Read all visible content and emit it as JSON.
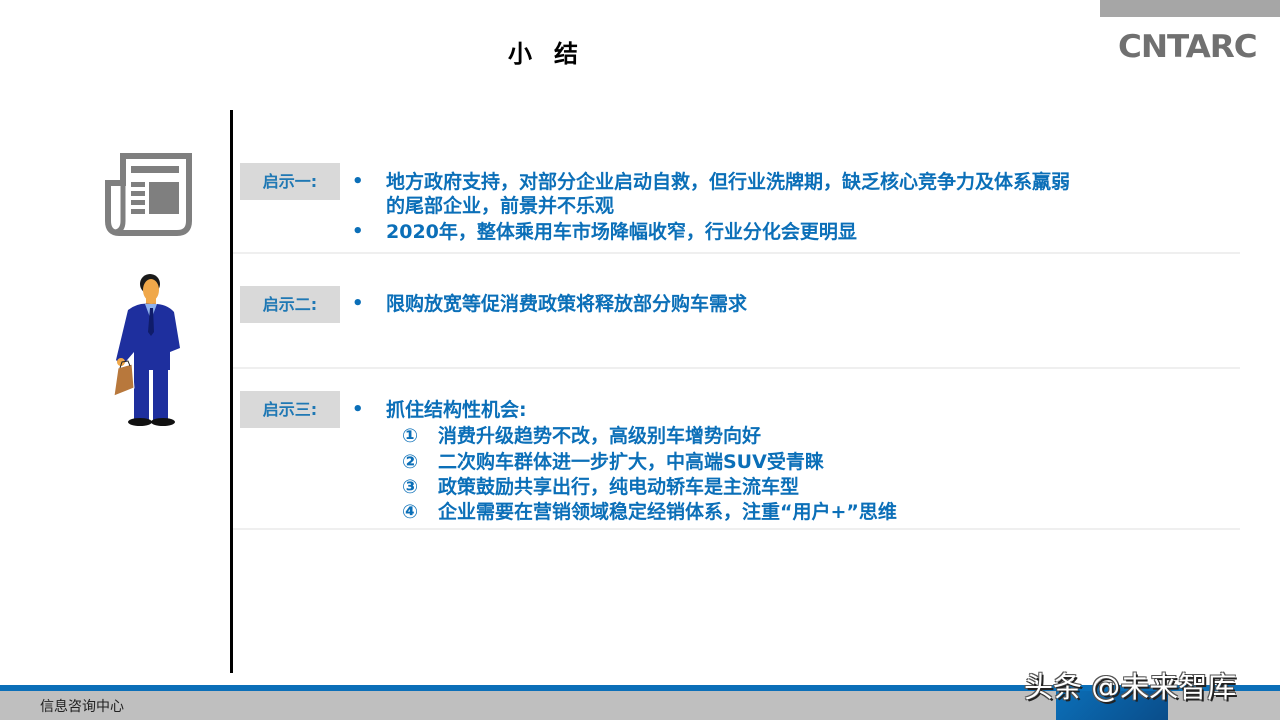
{
  "header": {
    "title": "小结",
    "logo": "CNTARC"
  },
  "sections": [
    {
      "label": "启示一:",
      "bullets": [
        {
          "line1": "地方政府支持，对部分企业启动自救，但行业洗牌期，缺乏核心竞争力及体系羸弱",
          "line2": "的尾部企业，前景并不乐观"
        },
        {
          "line1": "2020年，整体乘用车市场降幅收窄，行业分化会更明显"
        }
      ]
    },
    {
      "label": "启示二:",
      "bullets": [
        {
          "line1": "限购放宽等促消费政策将释放部分购车需求"
        }
      ]
    },
    {
      "label": "启示三:",
      "bullets": [
        {
          "line1": "抓住结构性机会:"
        }
      ],
      "sub_items": [
        {
          "num": "①",
          "text": "消费升级趋势不改，高级别车增势向好"
        },
        {
          "num": "②",
          "text": "二次购车群体进一步扩大，中高端SUV受青睐"
        },
        {
          "num": "③",
          "text": "政策鼓励共享出行，纯电动轿车是主流车型"
        },
        {
          "num": "④",
          "text": "企业需要在营销领域稳定经销体系，注重“用户+”思维"
        }
      ]
    }
  ],
  "bullet_char": "•",
  "footer": {
    "text": "信息咨询中心",
    "watermark": "头条 @未来智库"
  },
  "colors": {
    "accent_blue": "#0b6fb8",
    "label_bg": "#d9d9d9",
    "footer_gray": "#bfbfbf",
    "logo_gray": "#707070"
  }
}
